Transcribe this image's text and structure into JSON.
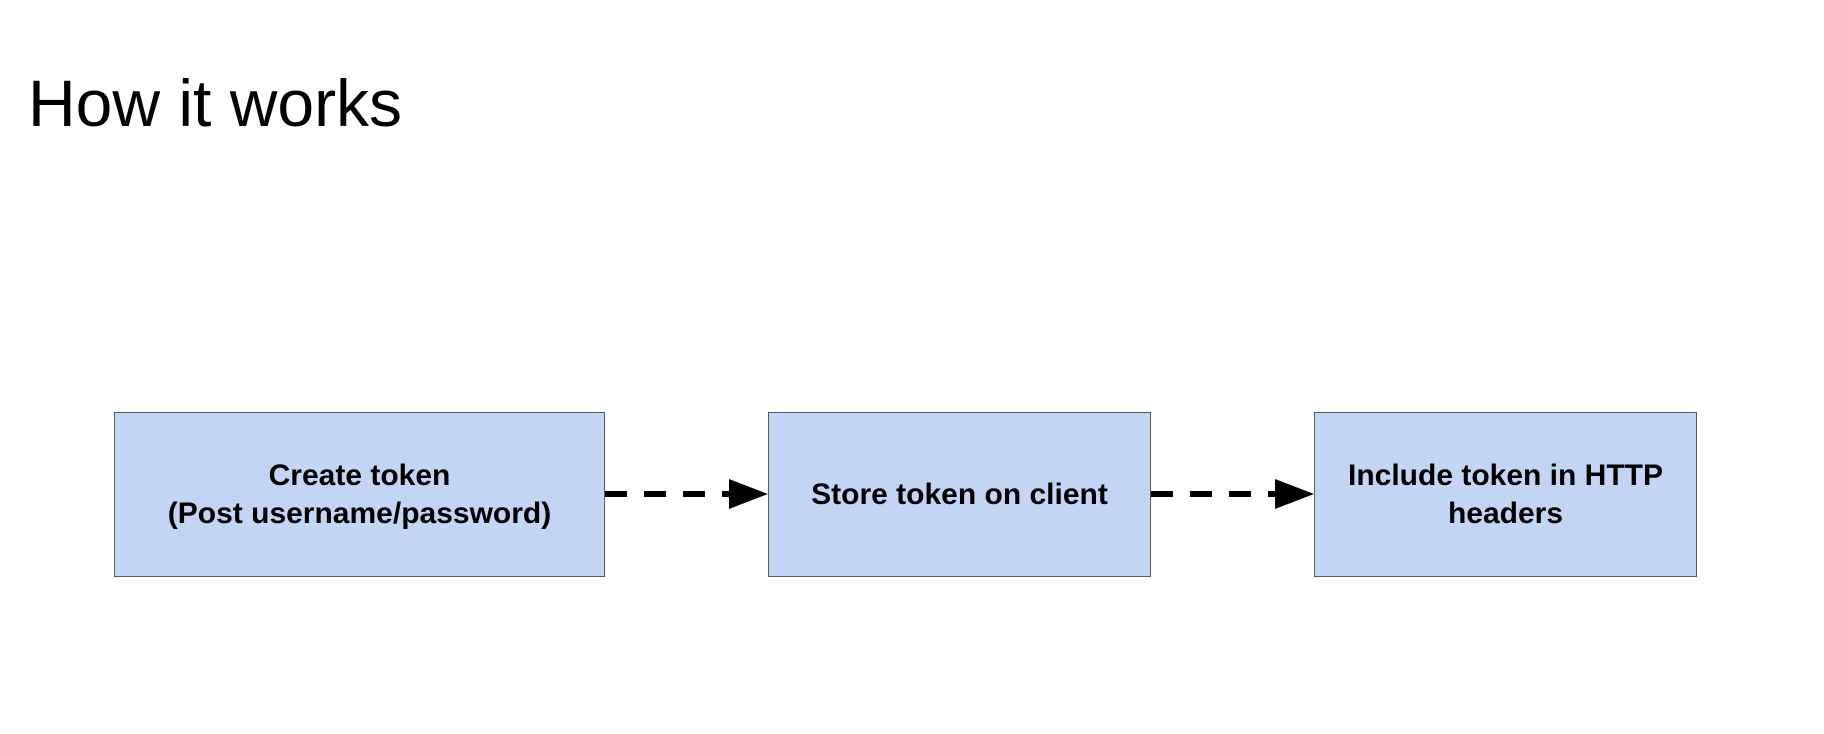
{
  "slide": {
    "title": "How it works"
  },
  "flow": {
    "steps": [
      {
        "lines": [
          "Create token",
          "(Post username/password)"
        ]
      },
      {
        "lines": [
          "Store token on client"
        ]
      },
      {
        "lines": [
          "Include token in HTTP",
          "headers"
        ]
      }
    ]
  },
  "colors": {
    "box_fill": "#c3d5f5",
    "box_border": "#595959",
    "arrow": "#000000"
  }
}
